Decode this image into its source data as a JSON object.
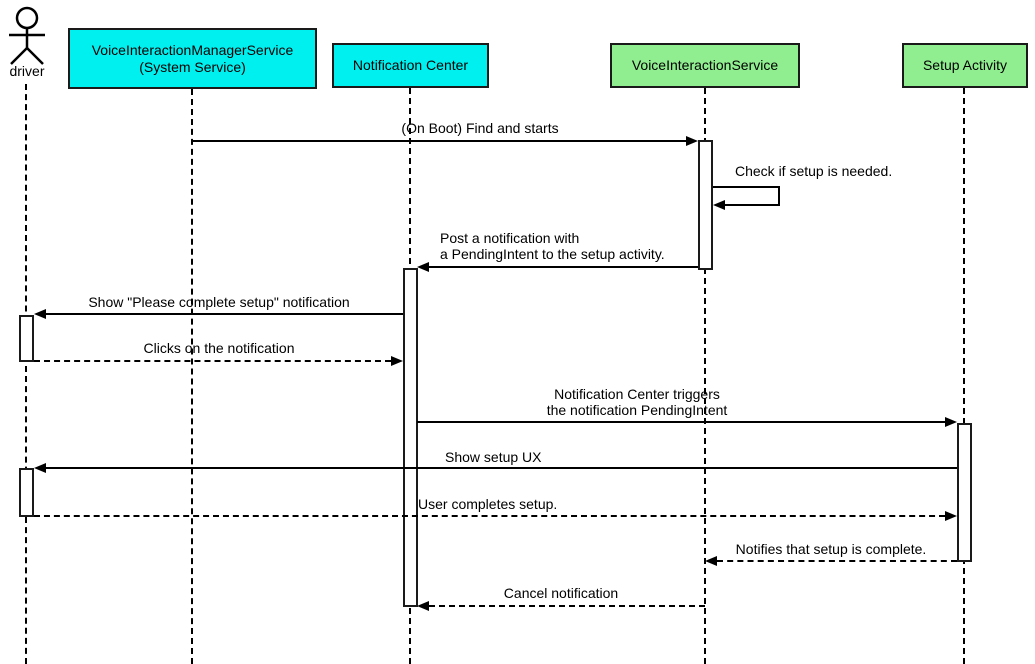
{
  "actor": {
    "name": "driver"
  },
  "participants": {
    "manager_service": {
      "line1": "VoiceInteractionManagerService",
      "line2": "(System Service)",
      "fill": "#00F0F0"
    },
    "notification_center": {
      "label": "Notification Center",
      "fill": "#00F0F0"
    },
    "voice_interaction_service": {
      "label": "VoiceInteractionService",
      "fill": "#90EE90"
    },
    "setup_activity": {
      "label": "Setup Activity",
      "fill": "#90EE90"
    }
  },
  "messages": {
    "on_boot": {
      "text": "(On Boot) Find and starts",
      "from": "VoiceInteractionManagerService (System Service)",
      "to": "VoiceInteractionService",
      "style": "solid"
    },
    "check_setup": {
      "text": "Check if setup is needed.",
      "from": "VoiceInteractionService",
      "to": "VoiceInteractionService",
      "style": "self"
    },
    "post_notification": {
      "line1": "Post a notification with",
      "line2": "a PendingIntent to the setup activity.",
      "from": "VoiceInteractionService",
      "to": "Notification Center",
      "style": "solid"
    },
    "show_notification": {
      "text": "Show \"Please complete setup\" notification",
      "from": "Notification Center",
      "to": "driver",
      "style": "solid"
    },
    "click_notification": {
      "text": "Clicks on the notification",
      "from": "driver",
      "to": "Notification Center",
      "style": "dashed"
    },
    "trigger_pendingintent": {
      "line1": "Notification Center triggers",
      "line2": "the notification PendingIntent",
      "from": "Notification Center",
      "to": "Setup Activity",
      "style": "solid"
    },
    "show_setup_ux": {
      "text": "Show setup UX",
      "from": "Setup Activity",
      "to": "driver",
      "style": "solid"
    },
    "complete_setup": {
      "text": "User completes setup.",
      "from": "driver",
      "to": "Setup Activity",
      "style": "dashed"
    },
    "notify_complete": {
      "text": "Notifies that setup is complete.",
      "from": "Setup Activity",
      "to": "VoiceInteractionService",
      "style": "dashed"
    },
    "cancel_notification": {
      "text": "Cancel notification",
      "from": "VoiceInteractionService",
      "to": "Notification Center",
      "style": "dashed"
    }
  },
  "colors": {
    "participant_cyan": "#00F0F0",
    "participant_green": "#90EE90",
    "line": "#000000",
    "background": "#FFFFFF"
  }
}
